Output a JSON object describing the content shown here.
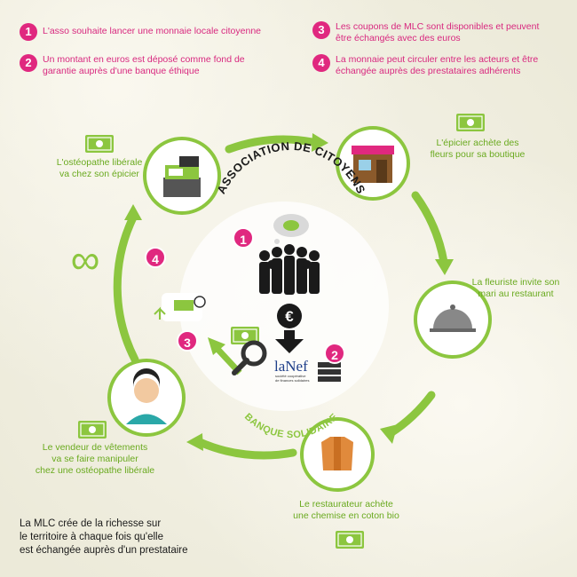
{
  "legend": [
    {
      "num": "1",
      "text": "L'asso souhaite lancer une monnaie locale citoyenne"
    },
    {
      "num": "2",
      "text_lines": [
        "Un montant en euros est déposé comme fond de",
        "garantie auprès d'une banque éthique"
      ]
    },
    {
      "num": "3",
      "text_lines": [
        "Les coupons de MLC sont disponibles et peuvent",
        "être échangés avec des euros"
      ]
    },
    {
      "num": "4",
      "text_lines": [
        "La monnaie peut circuler entre les acteurs et être",
        "échangée auprès des prestataires adhérents"
      ]
    }
  ],
  "cycle": {
    "epicier": [
      "L'épicier achète des",
      "fleurs pour sa boutique"
    ],
    "fleuriste": [
      "La fleuriste invite son",
      "mari au restaurant"
    ],
    "restaurateur": [
      "Le restaurateur achète",
      "une chemise en coton bio"
    ],
    "vendeur": [
      "Le vendeur de vêtements",
      "va se faire manipuler",
      "chez une ostéopathe libérale"
    ],
    "osteopathe": [
      "L'ostéopathe libérale",
      "va chez son épicier"
    ]
  },
  "center": {
    "association": "ASSOCIATION DE CITOYENS",
    "banque": "BANQUE SOLIDAIRE",
    "euro_symbol": "€",
    "nef_logo": "laNef",
    "nef_tagline": [
      "société coopérative",
      "de finances solidaires"
    ]
  },
  "markers": {
    "one": "1",
    "two": "2",
    "three": "3",
    "four": "4"
  },
  "infinity_symbol": "∞",
  "footer": [
    "La MLC crée de la richesse sur",
    "le territoire à chaque fois qu'elle",
    "est échangée auprès d'un prestataire"
  ],
  "colors": {
    "green": "#8cc63f",
    "pink": "#e0287f",
    "dark": "#1a1a1a"
  }
}
